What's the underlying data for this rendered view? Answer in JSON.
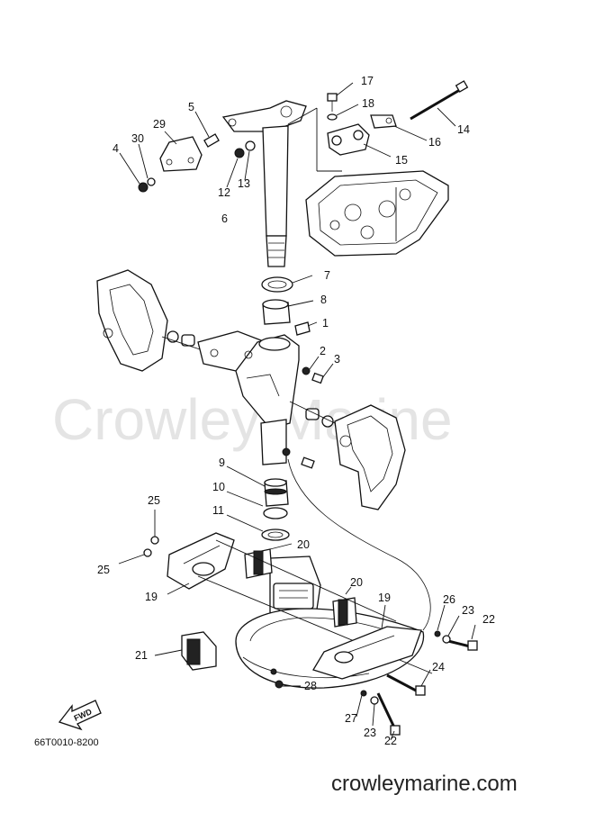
{
  "diagram": {
    "watermark": "Crowley Marine",
    "part_code": "66T0010-8200",
    "site": "crowleymarine.com",
    "fwd_label": "FWD",
    "callouts": [
      {
        "id": "c1",
        "text": "1"
      },
      {
        "id": "c2",
        "text": "2"
      },
      {
        "id": "c3",
        "text": "3"
      },
      {
        "id": "c4",
        "text": "4"
      },
      {
        "id": "c5",
        "text": "5"
      },
      {
        "id": "c6",
        "text": "6"
      },
      {
        "id": "c7",
        "text": "7"
      },
      {
        "id": "c8",
        "text": "8"
      },
      {
        "id": "c9",
        "text": "9"
      },
      {
        "id": "c10",
        "text": "10"
      },
      {
        "id": "c11",
        "text": "11"
      },
      {
        "id": "c12",
        "text": "12"
      },
      {
        "id": "c13",
        "text": "13"
      },
      {
        "id": "c14",
        "text": "14"
      },
      {
        "id": "c15",
        "text": "15"
      },
      {
        "id": "c16",
        "text": "16"
      },
      {
        "id": "c17",
        "text": "17"
      },
      {
        "id": "c18",
        "text": "18"
      },
      {
        "id": "c19a",
        "text": "19"
      },
      {
        "id": "c19b",
        "text": "19"
      },
      {
        "id": "c20a",
        "text": "20"
      },
      {
        "id": "c20b",
        "text": "20"
      },
      {
        "id": "c21",
        "text": "21"
      },
      {
        "id": "c22a",
        "text": "22"
      },
      {
        "id": "c22b",
        "text": "22"
      },
      {
        "id": "c23a",
        "text": "23"
      },
      {
        "id": "c23b",
        "text": "23"
      },
      {
        "id": "c24",
        "text": "24"
      },
      {
        "id": "c25a",
        "text": "25"
      },
      {
        "id": "c25b",
        "text": "25"
      },
      {
        "id": "c26",
        "text": "26"
      },
      {
        "id": "c27",
        "text": "27"
      },
      {
        "id": "c28",
        "text": "28"
      },
      {
        "id": "c29",
        "text": "29"
      },
      {
        "id": "c30",
        "text": "30"
      }
    ]
  }
}
